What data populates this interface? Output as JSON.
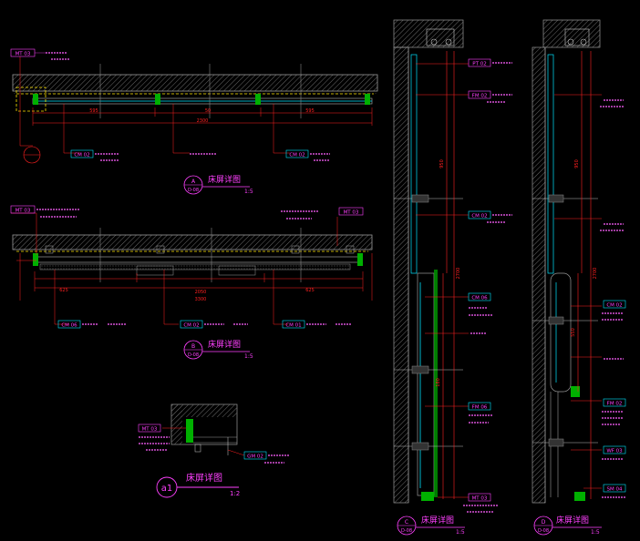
{
  "drawing": {
    "colors": {
      "background": "#000000",
      "wall": "#9a9a9a",
      "dimension": "#ff2020",
      "tag": "#ff40ff",
      "glass": "#00e5ff",
      "note": "#ff60ff",
      "hatch": "#7a7a7a",
      "yellow": "#ffe400",
      "white": "#ffffff"
    },
    "views": {
      "a": {
        "title": "床屏详图",
        "scale": "1:5",
        "id": "A",
        "ref": "D-08"
      },
      "b": {
        "title": "床屏详图",
        "scale": "1:5",
        "id": "B",
        "ref": "D-08"
      },
      "c": {
        "title": "床屏详图",
        "scale": "1:5",
        "id": "C",
        "ref": "D-08"
      },
      "d": {
        "title": "床屏详图",
        "scale": "1:5",
        "id": "D",
        "ref": "D-08"
      },
      "a1": {
        "title": "床屏详图",
        "scale": "1:2",
        "id": "a1"
      }
    },
    "dims": {
      "v1_left": "595",
      "v1_mid": "50",
      "v1_right": "595",
      "v1_total": "2300",
      "v2_left": "625",
      "v2_mid": "2050",
      "v2_right": "625",
      "v2_total": "3300",
      "c_top": "950",
      "c_mid": "2700",
      "c_low": "180",
      "d_top": "950",
      "d_mid": "2700",
      "d_low": "550"
    },
    "tags": {
      "mt03": "MT 03",
      "cm02": "CM 02",
      "cm06": "CM 06",
      "cm01": "CM 01",
      "pt02": "PT 02",
      "fm02": "FM 02",
      "cm02c": "CM 02",
      "fm06": "FM 06",
      "mt03c": "MT 03",
      "cm02d": "CM 02",
      "fm02d": "FM 02",
      "wf03": "WF 03",
      "sm04": "SM 04",
      "gm02": "GM 02",
      "mt03a": "MT 03"
    }
  }
}
